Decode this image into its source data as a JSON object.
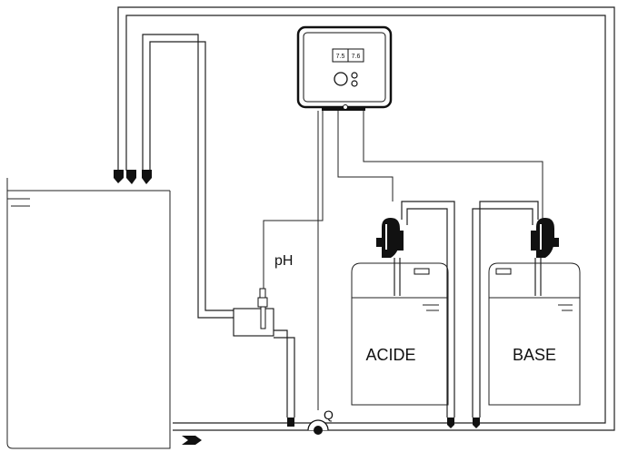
{
  "controller": {
    "display_left": "7.5",
    "display_right": "7.6"
  },
  "labels": {
    "ph": "pH",
    "flow": "Q",
    "acid_tank": "ACIDE",
    "base_tank": "BASE"
  },
  "icons": [
    "flow-arrow-icon",
    "pump-icon",
    "flow-meter-icon",
    "sensor-probe-icon"
  ]
}
